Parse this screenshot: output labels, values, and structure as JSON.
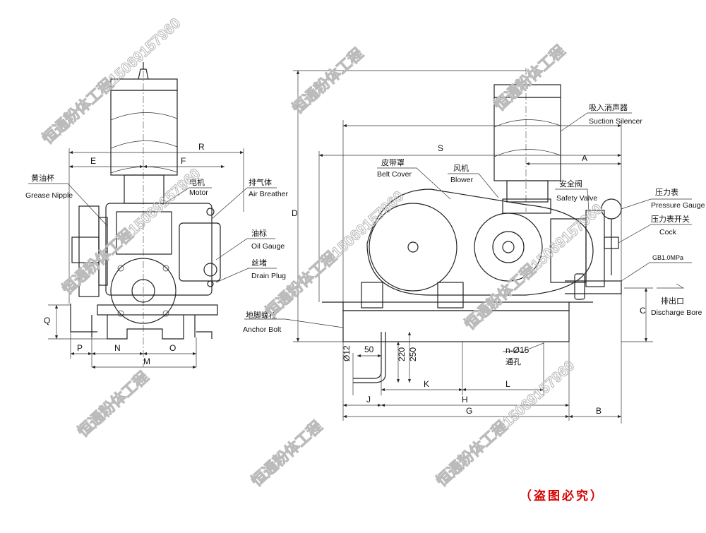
{
  "colors": {
    "line": "#222222",
    "watermark": "#bbbbbb",
    "warning": "#d60000"
  },
  "left_view": {
    "dims": {
      "R": "R",
      "E": "E",
      "F": "F",
      "Q": "Q",
      "P": "P",
      "N": "N",
      "O": "O",
      "M": "M"
    },
    "labels": {
      "grease_cn": "黄油杯",
      "grease_en": "Grease Nipple",
      "motor_cn": "电机",
      "motor_en": "Motor",
      "breather_cn": "排气体",
      "breather_en": "Air Breather",
      "oil_cn": "油标",
      "oil_en": "Oil Gauge",
      "drain_cn": "丝堵",
      "drain_en": "Drain Plug"
    }
  },
  "right_view": {
    "dims": {
      "D": "D",
      "S": "S",
      "A": "A",
      "C": "C",
      "B": "B",
      "J": "J",
      "H": "H",
      "G": "G",
      "K": "K",
      "L": "L",
      "d12": "Ø12",
      "d50": "50",
      "d220": "220",
      "d250": "250",
      "holes": "n-Ø15",
      "through": "通孔"
    },
    "labels": {
      "silencer_cn": "吸入消声器",
      "silencer_en": "Suction Silencer",
      "belt_cn": "皮带罩",
      "belt_en": "Belt Cover",
      "blower_cn": "风机",
      "blower_en": "Blower",
      "safety_cn": "安全阀",
      "safety_en": "Safety Valve",
      "pressure_cn": "压力表",
      "pressure_en": "Pressure Gauge",
      "cock_cn": "压力表开关",
      "cock_en": "Cock",
      "gb": "GB1.0MPa",
      "anchor_cn": "地脚螺栓",
      "anchor_en": "Anchor Bolt",
      "discharge_cn": "排出口",
      "discharge_en": "Discharge Bore"
    }
  },
  "watermark": {
    "text": "恒通粉体工程15069157960",
    "short": "恒通粉体工程"
  },
  "warning": "（盗图必究）"
}
